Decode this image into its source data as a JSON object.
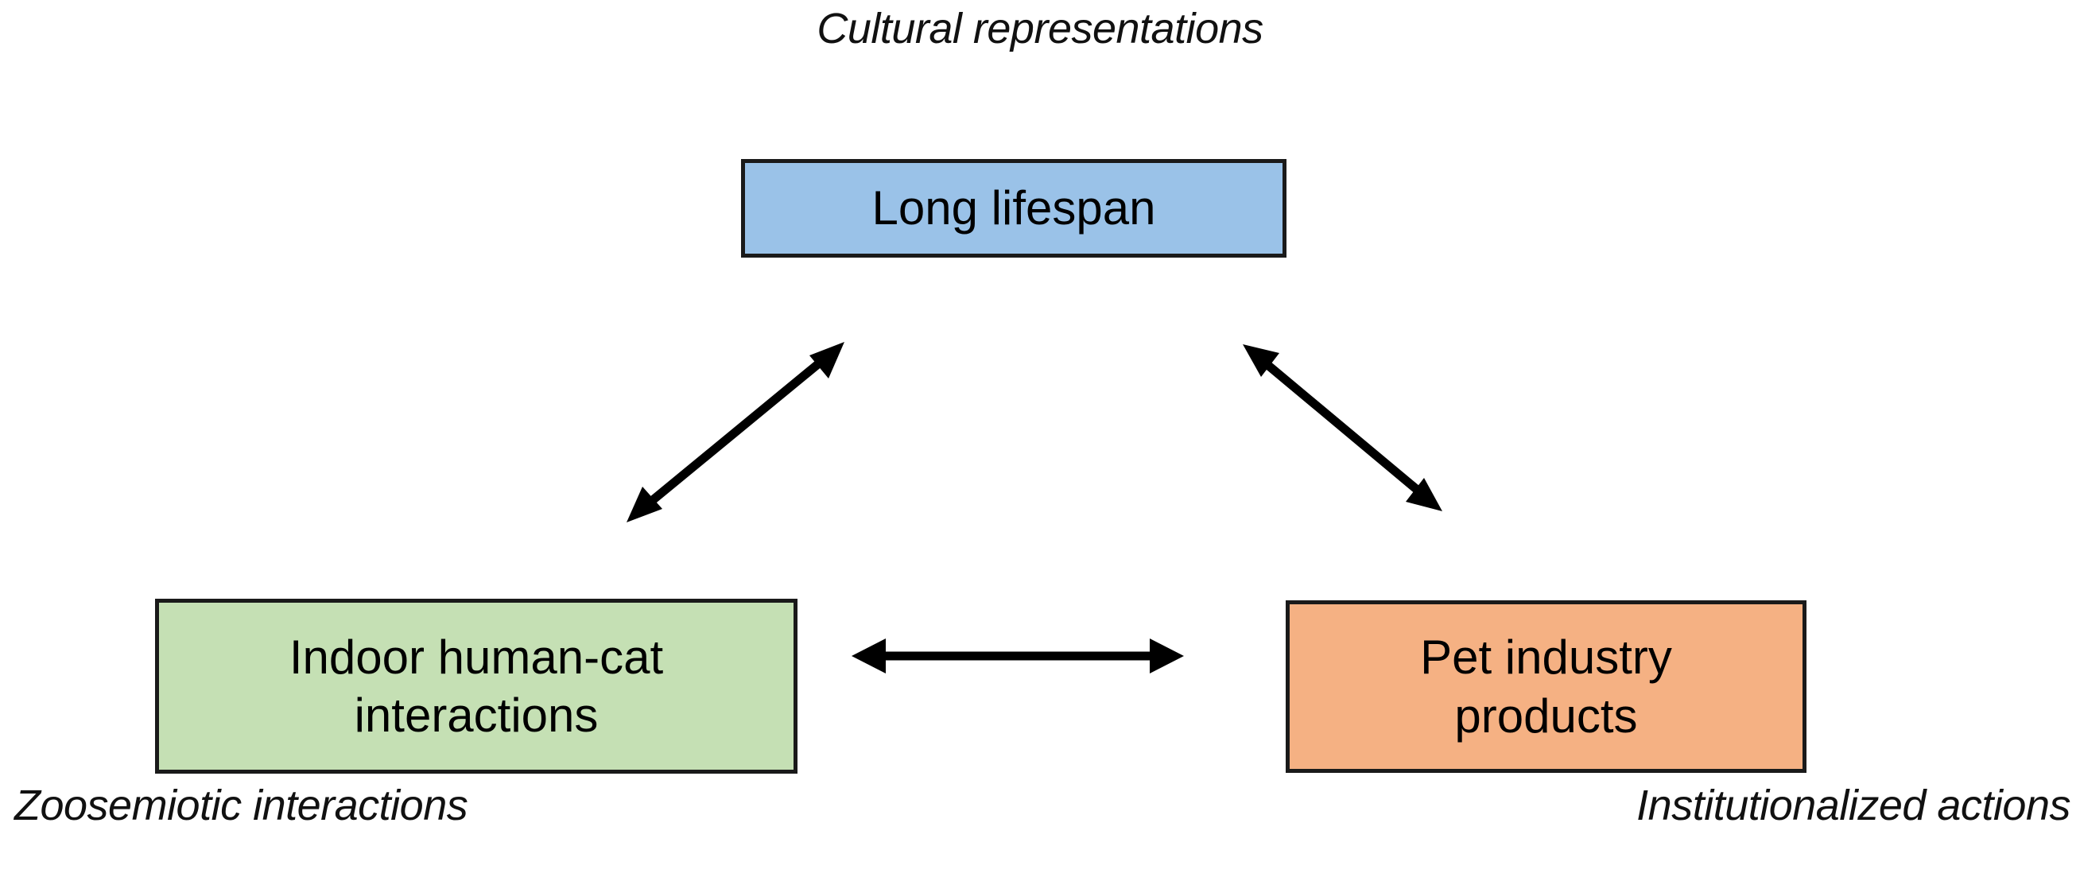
{
  "diagram": {
    "title_text": "Cultural representations",
    "background_color": "#ffffff",
    "annotations": {
      "top": "Cultural representations",
      "bottom_left": "Zoosemiotic interactions",
      "bottom_right": "Institutionalized actions"
    },
    "nodes": [
      {
        "id": "long-lifespan",
        "label": "Long lifespan",
        "fill_color": "#9AC2E8",
        "border_color": "#1a1a1a",
        "position": "top-center"
      },
      {
        "id": "indoor-interactions",
        "label_line1": "Indoor human-cat",
        "label_line2": "interactions",
        "label": "Indoor human-cat interactions",
        "fill_color": "#C5E0B4",
        "border_color": "#1a1a1a",
        "position": "bottom-left"
      },
      {
        "id": "pet-industry",
        "label_line1": "Pet industry",
        "label_line2": "products",
        "label": "Pet industry products",
        "fill_color": "#F5B183",
        "border_color": "#1a1a1a",
        "position": "bottom-right"
      }
    ],
    "connectors": [
      {
        "id": "left-diagonal",
        "from": "indoor-interactions",
        "to": "long-lifespan",
        "style": "double-headed",
        "color": "#000000"
      },
      {
        "id": "right-diagonal",
        "from": "long-lifespan",
        "to": "pet-industry",
        "style": "double-headed",
        "color": "#000000"
      },
      {
        "id": "horizontal",
        "from": "indoor-interactions",
        "to": "pet-industry",
        "style": "double-headed",
        "color": "#000000"
      }
    ]
  }
}
